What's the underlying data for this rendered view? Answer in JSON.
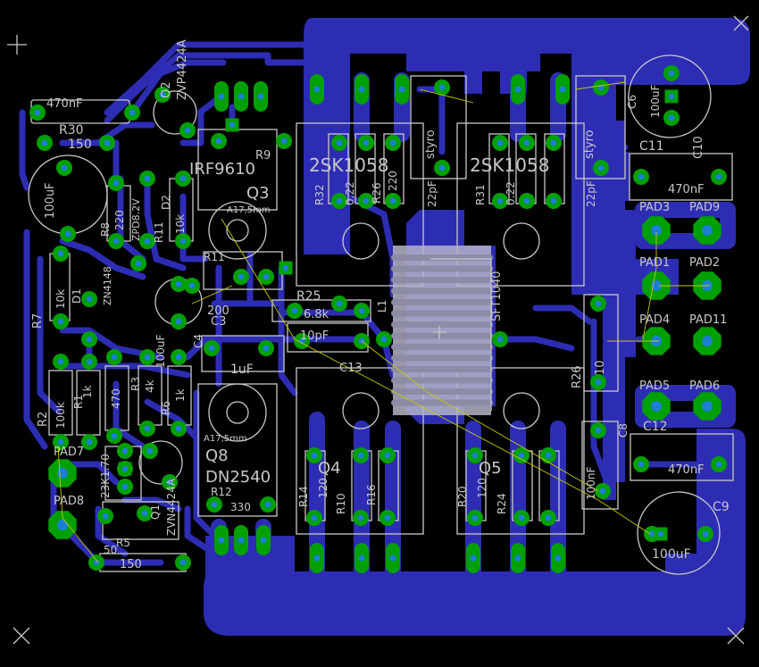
{
  "colors": {
    "background": "#000000",
    "bottom_copper": "#2d2db4",
    "pads": "#00a000",
    "drills": "#1c7fd6",
    "silkscreen": "#c8c8c8",
    "airwires": "#c8c800",
    "body_fill": "#b4b4c8"
  },
  "labels": {
    "c470": "470nF",
    "r30": "R30",
    "r30v": "150",
    "r30x": "C10",
    "c100": "100uF",
    "q2": "Q2",
    "q2t": "ZVP4424A",
    "r8": "R8",
    "r8v": "220",
    "zd": "ZPD8.2V",
    "r11": "R11",
    "r11b": "10k",
    "d2": "D2",
    "irf": "IRF9610",
    "q3": "Q3",
    "r9": "R9",
    "a175a": "A17,5mm",
    "r11c": "R11",
    "v200": "200",
    "c3": "C3",
    "c4": "C4",
    "c1uf": "1uF",
    "r7": "R7",
    "r7v": "10k",
    "d1": "D1",
    "d1t": "ZN4148",
    "c100b": "100uF",
    "r3": "R3",
    "r3v": "4k",
    "r6": "R6",
    "r6v": "1k",
    "r2": "R2",
    "r2v": "100k",
    "r1": "R1",
    "r1v": "1k",
    "r4v": "470",
    "pad7": "PAD7",
    "pad8": "PAD8",
    "r23": "23K1.70",
    "q1": "Q1",
    "q1t": "ZVN4424A",
    "r5": "R5",
    "r5v": "150",
    "v50": "50",
    "a175b": "A17,5mm",
    "q8": "Q8",
    "dn": "DN2540",
    "r12": "R12",
    "r12v": "330",
    "sk1": "2SK1058",
    "sk2": "2SK1058",
    "r32": "R32",
    "r31": "R31",
    "v022a": "0.22",
    "v022b": "0.22",
    "r26a": "R26",
    "v220a": "220",
    "styro1": "styro",
    "styro2": "styro",
    "p22a": "22pF",
    "p22b": "22pF",
    "r25": "R25",
    "r25v": "6.8k",
    "c10pf": "10pF",
    "c13": "C13",
    "l1": "L1",
    "sft": "SFT1040",
    "r26": "R26",
    "r26v": "10",
    "q4": "Q4",
    "q5": "Q5",
    "r14": "R14",
    "r14v": "120",
    "r10": "R10",
    "r16": "R16",
    "r20": "R20",
    "r20v": "120",
    "r24": "R24",
    "c8": "C8",
    "c8v": "100nF",
    "c12": "C12",
    "c12v": "470nF",
    "c9": "C9",
    "c9v": "100uF",
    "c6": "C6",
    "c6v": "100uF",
    "c11": "C11",
    "c11v": "470nF",
    "pad3": "PAD3",
    "pad9": "PAD9",
    "pad1": "PAD1",
    "pad2": "PAD2",
    "pad4": "PAD4",
    "pad11": "PAD11",
    "pad5": "PAD5",
    "pad6": "PAD6"
  }
}
